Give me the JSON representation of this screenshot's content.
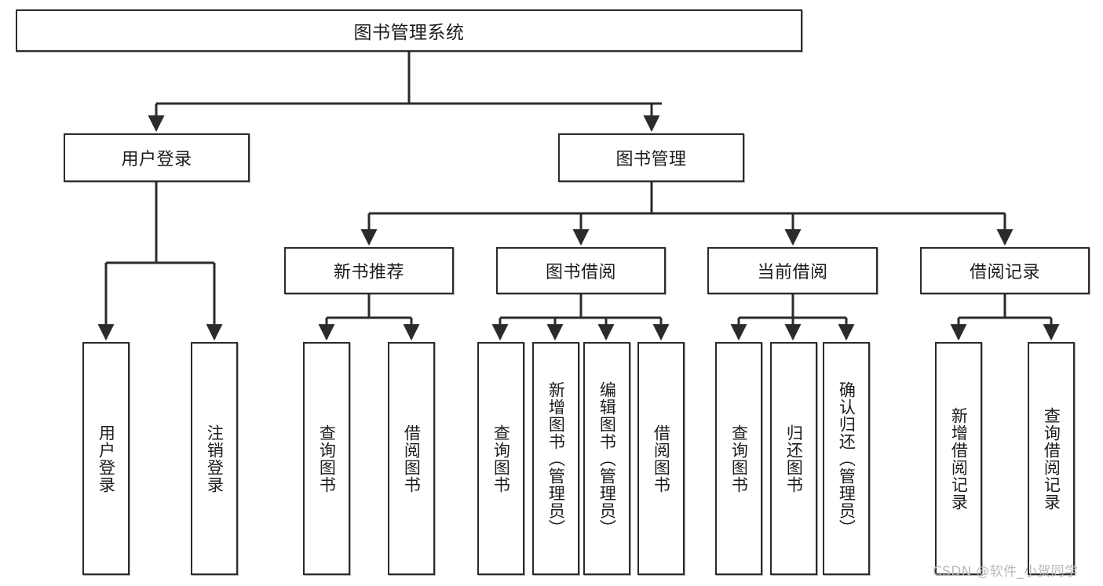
{
  "diagram": {
    "title": "图书管理系统",
    "type": "tree-hierarchy-chart",
    "root": {
      "label": "图书管理系统"
    },
    "level2": [
      {
        "label": "用户登录"
      },
      {
        "label": "图书管理"
      }
    ],
    "level3": [
      {
        "label": "新书推荐"
      },
      {
        "label": "图书借阅"
      },
      {
        "label": "当前借阅"
      },
      {
        "label": "借阅记录"
      }
    ],
    "leaves": {
      "user_login": [
        {
          "label": "用户登录"
        },
        {
          "label": "注销登录"
        }
      ],
      "new_book_recommend": [
        {
          "label": "查询图书"
        },
        {
          "label": "借阅图书"
        }
      ],
      "book_borrow": [
        {
          "label": "查询图书"
        },
        {
          "label": "新增图书（管理员）"
        },
        {
          "label": "编辑图书（管理员）"
        },
        {
          "label": "借阅图书"
        }
      ],
      "current_borrow": [
        {
          "label": "查询图书"
        },
        {
          "label": "归还图书"
        },
        {
          "label": "确认归还（管理员）"
        }
      ],
      "borrow_record": [
        {
          "label": "新增借阅记录"
        },
        {
          "label": "查询借阅记录"
        }
      ]
    },
    "colors": {
      "stroke": "#2b2b2b",
      "fill": "#ffffff",
      "text": "#1c1c1c",
      "watermark": "#b9b9b9"
    }
  },
  "watermark": {
    "text": "CSDN @软件_小贺同学"
  }
}
